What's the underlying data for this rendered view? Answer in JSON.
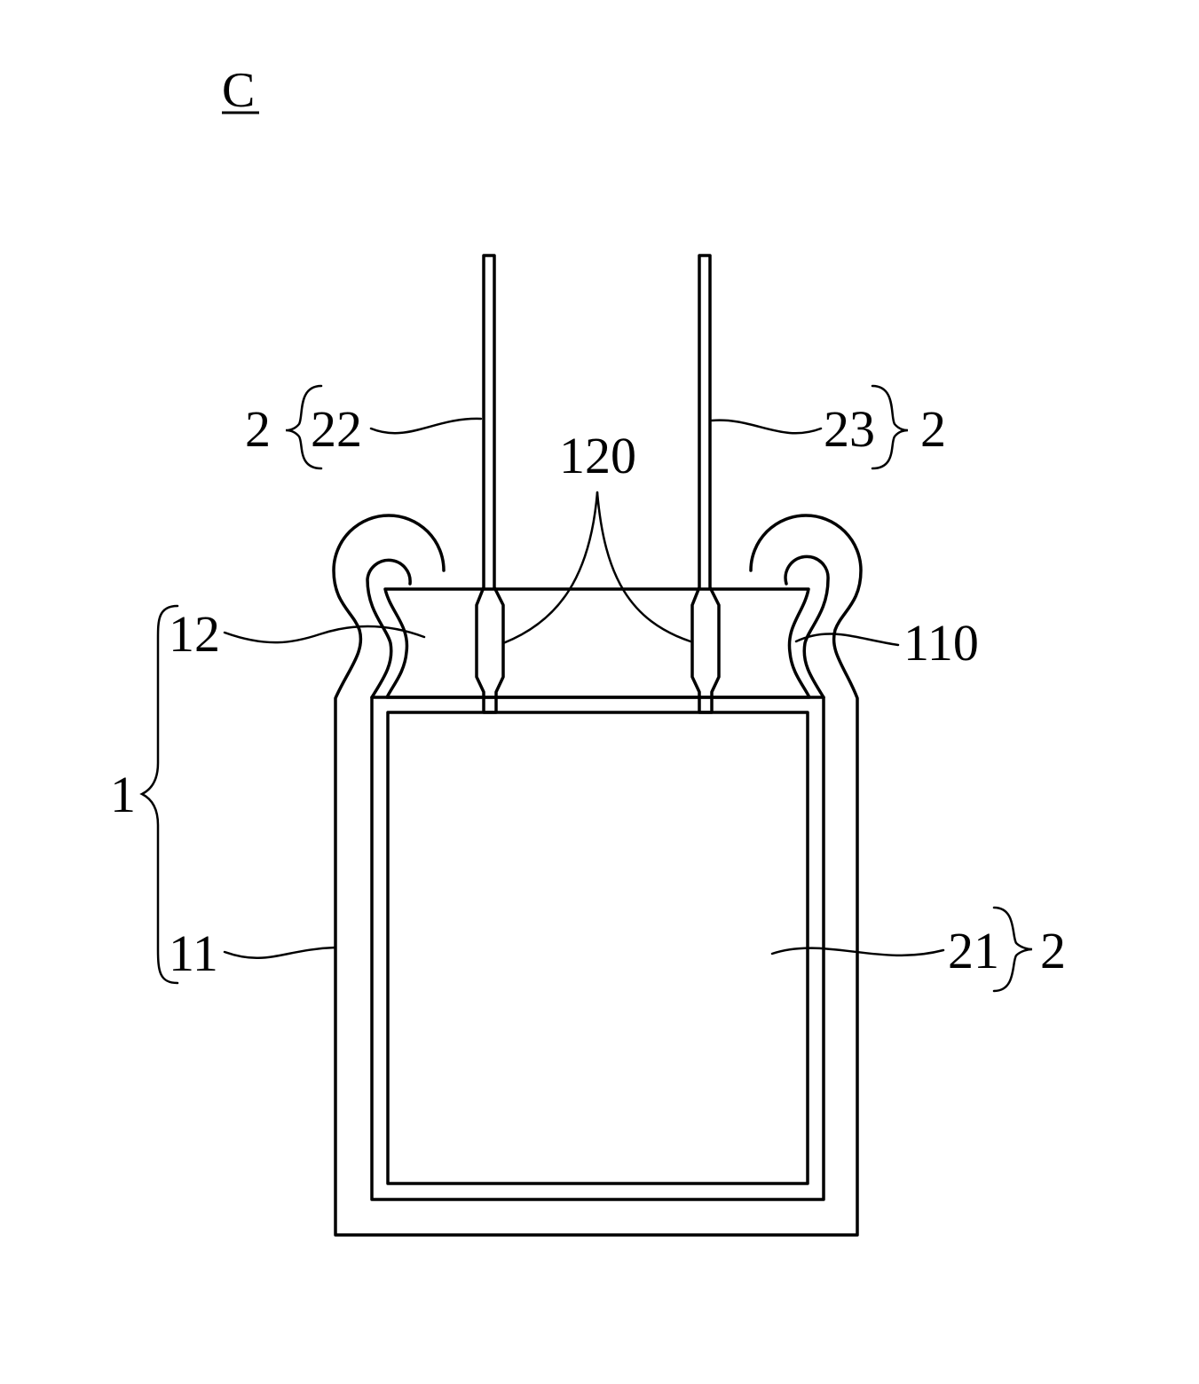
{
  "figure": {
    "title": "C",
    "labels": {
      "l_2a": "2",
      "l_22": "22",
      "l_120": "120",
      "l_23": "23",
      "l_2b": "2",
      "l_12": "12",
      "l_110": "110",
      "l_1": "1",
      "l_11": "11",
      "l_21": "21",
      "l_2c": "2"
    }
  },
  "colors": {
    "stroke": "#000000",
    "background": "#ffffff"
  }
}
